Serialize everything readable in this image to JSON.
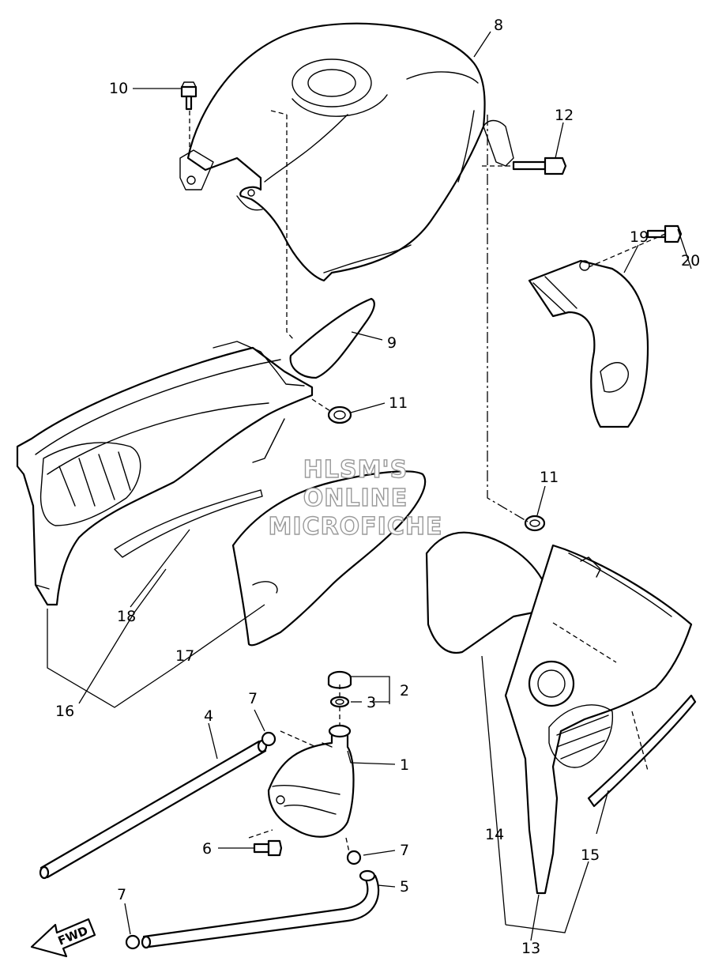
{
  "diagram": {
    "watermark": [
      "HLSM'S",
      "ONLINE",
      "MICROFICHE"
    ],
    "direction_label": "FWD",
    "callouts": {
      "c1": "1",
      "c2": "2",
      "c3": "3",
      "c4": "4",
      "c5": "5",
      "c6": "6",
      "c7a": "7",
      "c7b": "7",
      "c7c": "7",
      "c8": "8",
      "c9": "9",
      "c10": "10",
      "c11a": "11",
      "c11b": "11",
      "c12": "12",
      "c13": "13",
      "c14": "14",
      "c15": "15",
      "c16": "16",
      "c17": "17",
      "c18": "18",
      "c19": "19",
      "c20": "20"
    }
  }
}
